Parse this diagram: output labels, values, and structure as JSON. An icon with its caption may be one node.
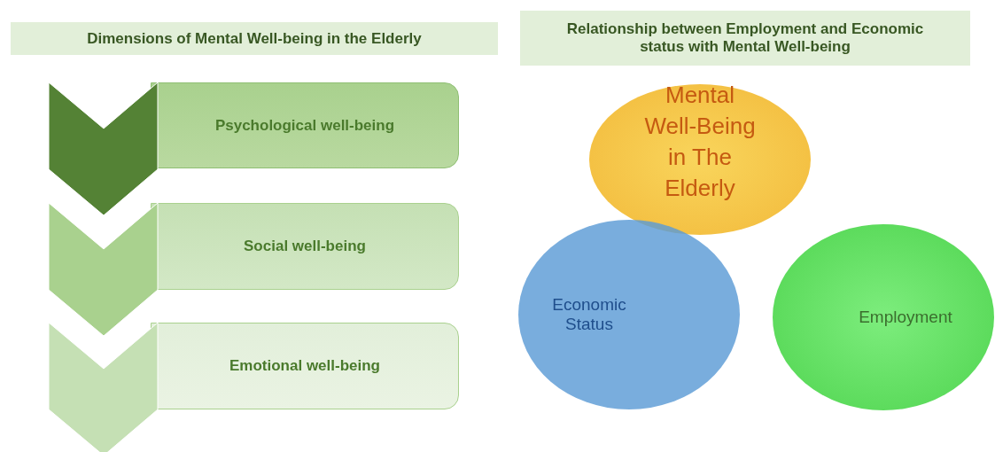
{
  "diagram": {
    "nodes": [
      {
        "text": [
          "Dimensions of Mental Well-being in the Elderly"
        ]
      },
      {
        "text": [
          "Psychological well-being"
        ]
      },
      {
        "text": [
          "Social well-being"
        ]
      },
      {
        "text": [
          "Emotional well-being"
        ]
      },
      {
        "text": [
          "Relationship between Employment and Economic status with Mental Well-being"
        ]
      },
      {
        "text": [
          "Mental Well-Being in The Elderly"
        ]
      },
      {
        "text": [
          "Economic Status"
        ]
      },
      {
        "text": [
          "Employment"
        ]
      },
      {
        "text": [],
        "shape": "chevron"
      },
      {
        "text": [],
        "shape": "chevron"
      },
      {
        "text": [],
        "shape": "chevron"
      }
    ],
    "edges": []
  }
}
